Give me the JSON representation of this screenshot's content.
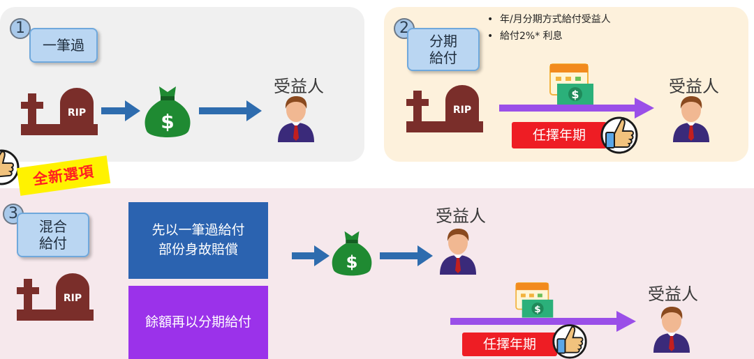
{
  "panel1": {
    "number": "1",
    "title": "一筆過",
    "beneficiary": "受益人",
    "tomb_label": "RIP"
  },
  "panel2": {
    "number": "2",
    "title_line1": "分期",
    "title_line2": "給付",
    "bullets": [
      "年/月分期方式給付受益人",
      "給付2%* 利息"
    ],
    "beneficiary": "受益人",
    "period_label": "任擇年期",
    "tomb_label": "RIP"
  },
  "panel3": {
    "number": "3",
    "title_line1": "混合",
    "title_line2": "給付",
    "step1_line1": "先以一筆過給付",
    "step1_line2": "部份身故賠償",
    "step2": "餘額再以分期給付",
    "beneficiary_top": "受益人",
    "beneficiary_bottom": "受益人",
    "period_label": "任擇年期",
    "tomb_label": "RIP"
  },
  "new_tag": "全新選項",
  "money_symbol": "$",
  "colors": {
    "tomb": "#7a2e2a",
    "arrow_blue": "#2e6cae",
    "arrow_purple": "#9a4fe8",
    "money_bag": "#1f8a32",
    "red_label": "#ee1d24",
    "step1_bg": "#2b63b0",
    "step2_bg": "#9b32ea",
    "new_tag_bg": "#fff200"
  },
  "icons": [
    "tombstone-icon",
    "money-bag-icon",
    "person-icon",
    "calendar-cash-icon",
    "thumbs-up-icon",
    "arrow-right-icon"
  ]
}
